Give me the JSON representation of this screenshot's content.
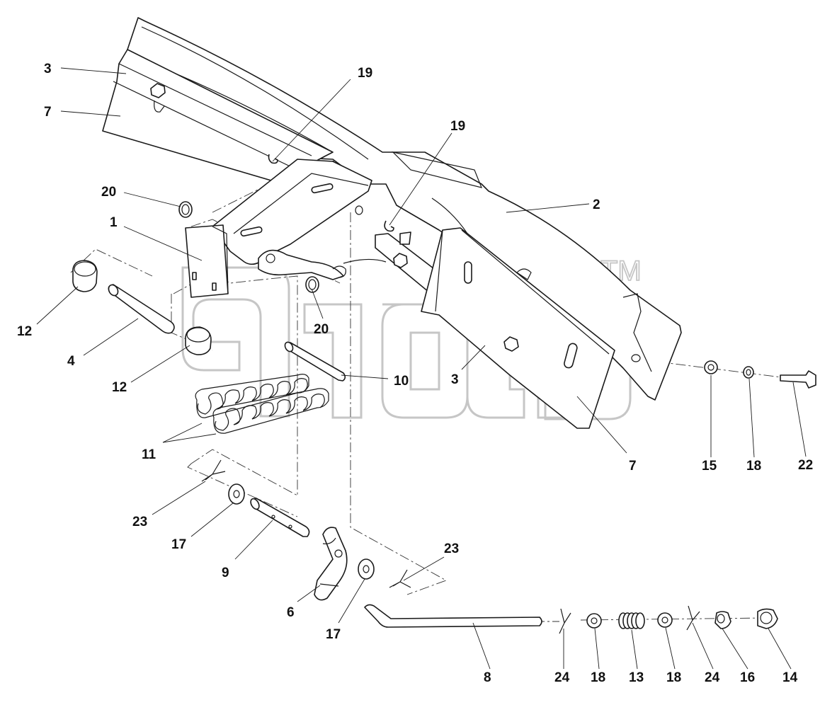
{
  "callouts": {
    "c1": "1",
    "c2": "2",
    "c3a": "3",
    "c3b": "3",
    "c4": "4",
    "c6": "6",
    "c7a": "7",
    "c7b": "7",
    "c8": "8",
    "c9": "9",
    "c10": "10",
    "c11": "11",
    "c12a": "12",
    "c12b": "12",
    "c13": "13",
    "c14": "14",
    "c15": "15",
    "c16": "16",
    "c17a": "17",
    "c17b": "17",
    "c18a": "18",
    "c18b": "18",
    "c18c": "18",
    "c19a": "19",
    "c19b": "19",
    "c20a": "20",
    "c20b": "20",
    "c22": "22",
    "c23a": "23",
    "c23b": "23",
    "c24a": "24",
    "c24b": "24"
  },
  "watermark": {
    "trademark": "TM"
  }
}
